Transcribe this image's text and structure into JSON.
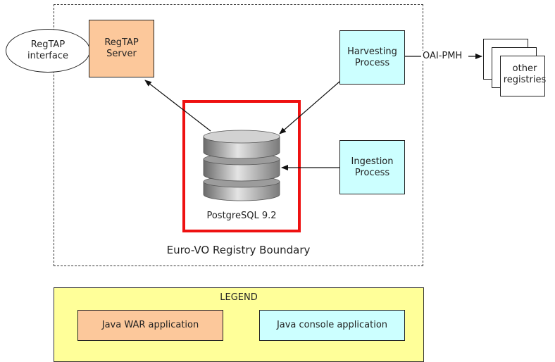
{
  "nodes": {
    "regtap_interface": "RegTAP\ninterface",
    "regtap_server": "RegTAP\nServer",
    "harvesting": "Harvesting\nProcess",
    "ingestion": "Ingestion\nProcess",
    "database": "PostgreSQL 9.2",
    "other_registries": "other\nregistries"
  },
  "edges": {
    "oai_label": "OAI-PMH"
  },
  "boundary_label": "Euro-VO Registry Boundary",
  "legend": {
    "title": "LEGEND",
    "war": "Java WAR application",
    "console": "Java console application"
  },
  "colors": {
    "war_app": "#fcc89b",
    "console_app": "#ccffff",
    "legend_bg": "#ffff99",
    "highlight": "#ee1111"
  }
}
